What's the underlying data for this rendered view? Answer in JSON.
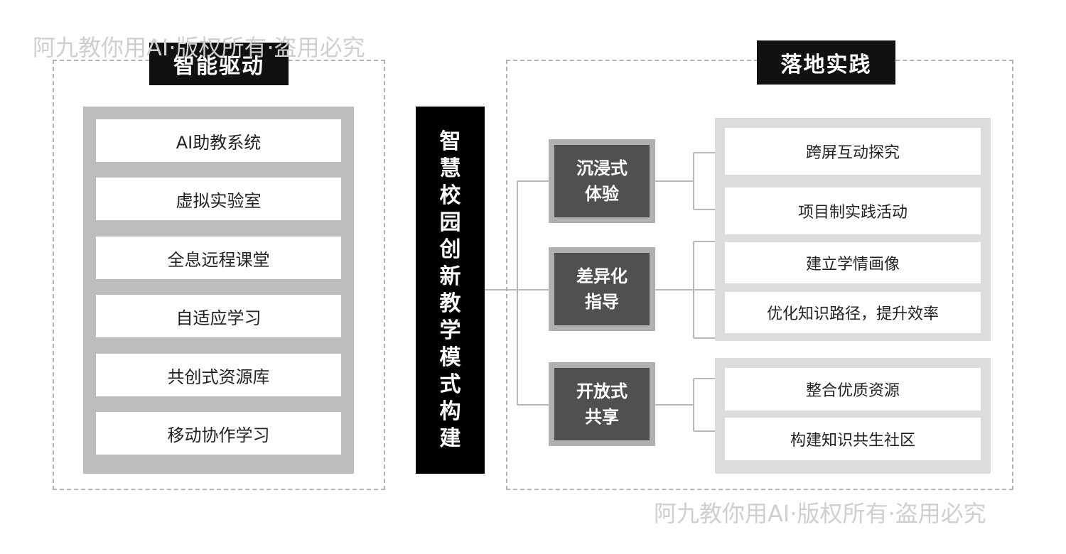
{
  "watermark_text": "阿九教你用AI·版权所有·盗用必究",
  "left_panel": {
    "title": "智能驱动",
    "items": [
      "AI助教系统",
      "虚拟实验室",
      "全息远程课堂",
      "自适应学习",
      "共创式资源库",
      "移动协作学习"
    ]
  },
  "center": {
    "title": "智慧校园创新教学模式构建"
  },
  "right_panel": {
    "title": "落地实践",
    "groups": [
      {
        "label": "沉浸式\n体验",
        "items": [
          "跨屏互动探究",
          "项目制实践活动"
        ]
      },
      {
        "label": "差异化\n指导",
        "items": [
          "建立学情画像",
          "优化知识路径，提升效率"
        ]
      },
      {
        "label": "开放式\n共享",
        "items": [
          "整合优质资源",
          "构建知识共生社区"
        ]
      }
    ]
  },
  "colors": {
    "title_bg": "#111111",
    "left_frame": "#bdbdbd",
    "right_frame": "#dcdcdc",
    "category_box": "#505050",
    "connector": "#b8b8b8"
  }
}
